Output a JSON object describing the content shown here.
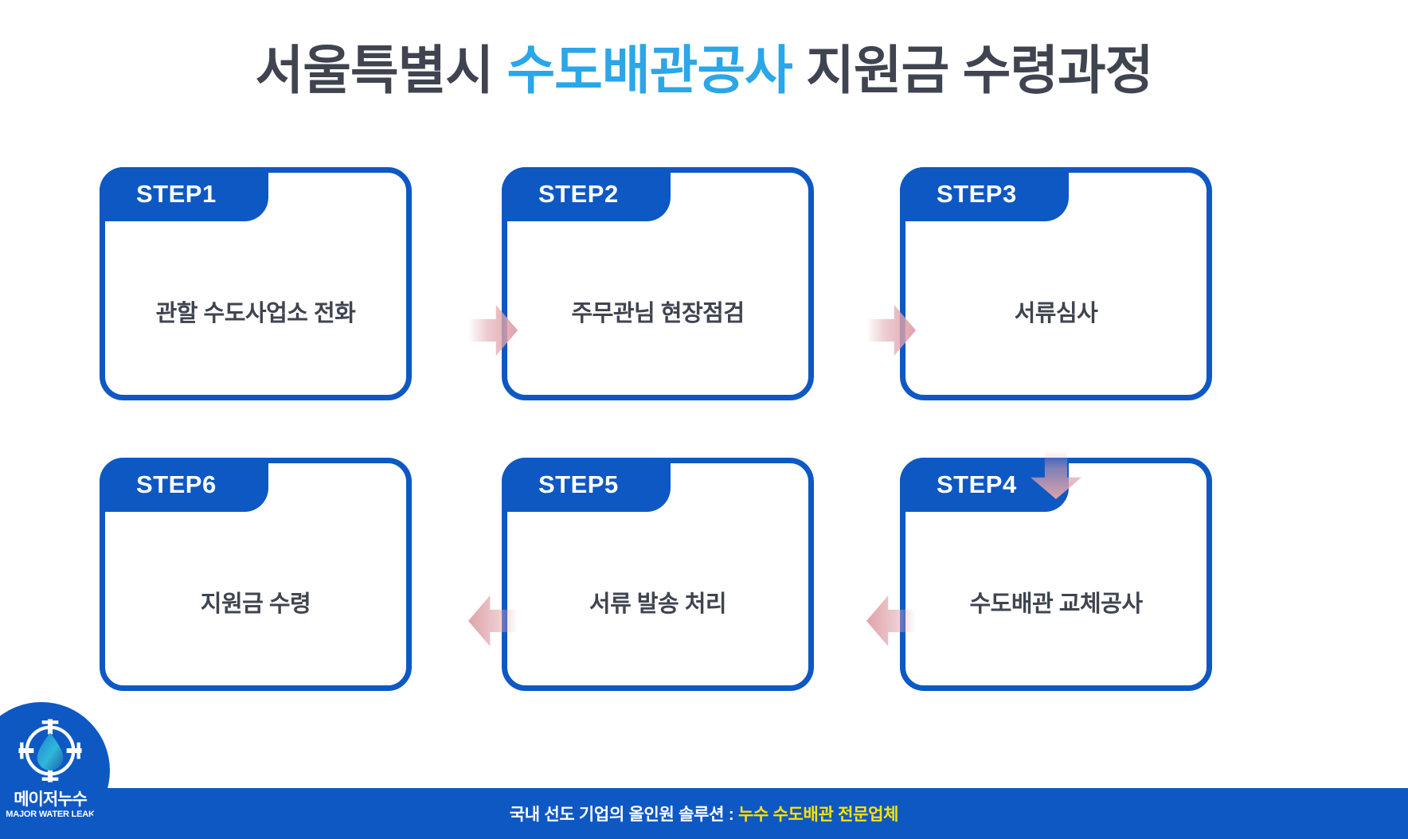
{
  "title": {
    "part1": "서울특별시 ",
    "highlight": "수도배관공사",
    "part2": " 지원금 수령과정",
    "color_dark": "#3f4450",
    "color_highlight": "#2ba6e8"
  },
  "flow": {
    "steps": [
      {
        "tab": "STEP1",
        "text": "관할 수도사업소 전화"
      },
      {
        "tab": "STEP2",
        "text": "주무관님 현장점검"
      },
      {
        "tab": "STEP3",
        "text": "서류심사"
      },
      {
        "tab": "STEP4",
        "text": "수도배관 교체공사"
      },
      {
        "tab": "STEP5",
        "text": "서류 발송 처리"
      },
      {
        "tab": "STEP6",
        "text": "지원금 수령"
      }
    ],
    "arrows": [
      {
        "name": "arrow-step1-to-step2",
        "direction": "right"
      },
      {
        "name": "arrow-step2-to-step3",
        "direction": "right"
      },
      {
        "name": "arrow-step3-to-step4",
        "direction": "down"
      },
      {
        "name": "arrow-step4-to-step5",
        "direction": "left"
      },
      {
        "name": "arrow-step5-to-step6",
        "direction": "left"
      }
    ],
    "accent_blue": "#0e58c4",
    "arrow_pink": "#dfa2aa"
  },
  "footer": {
    "lead": "국내 선도 기업의 올인원 솔루션 : ",
    "emphasis": "누수 수도배관 전문업체",
    "bar_color": "#0e58c4",
    "emphasis_color": "#ffe300"
  },
  "logo": {
    "name_ko": "메이저누수",
    "name_en": "MAJOR WATER LEAK",
    "icon": "water-drop-target-icon",
    "circle_color": "#0e58c4"
  }
}
